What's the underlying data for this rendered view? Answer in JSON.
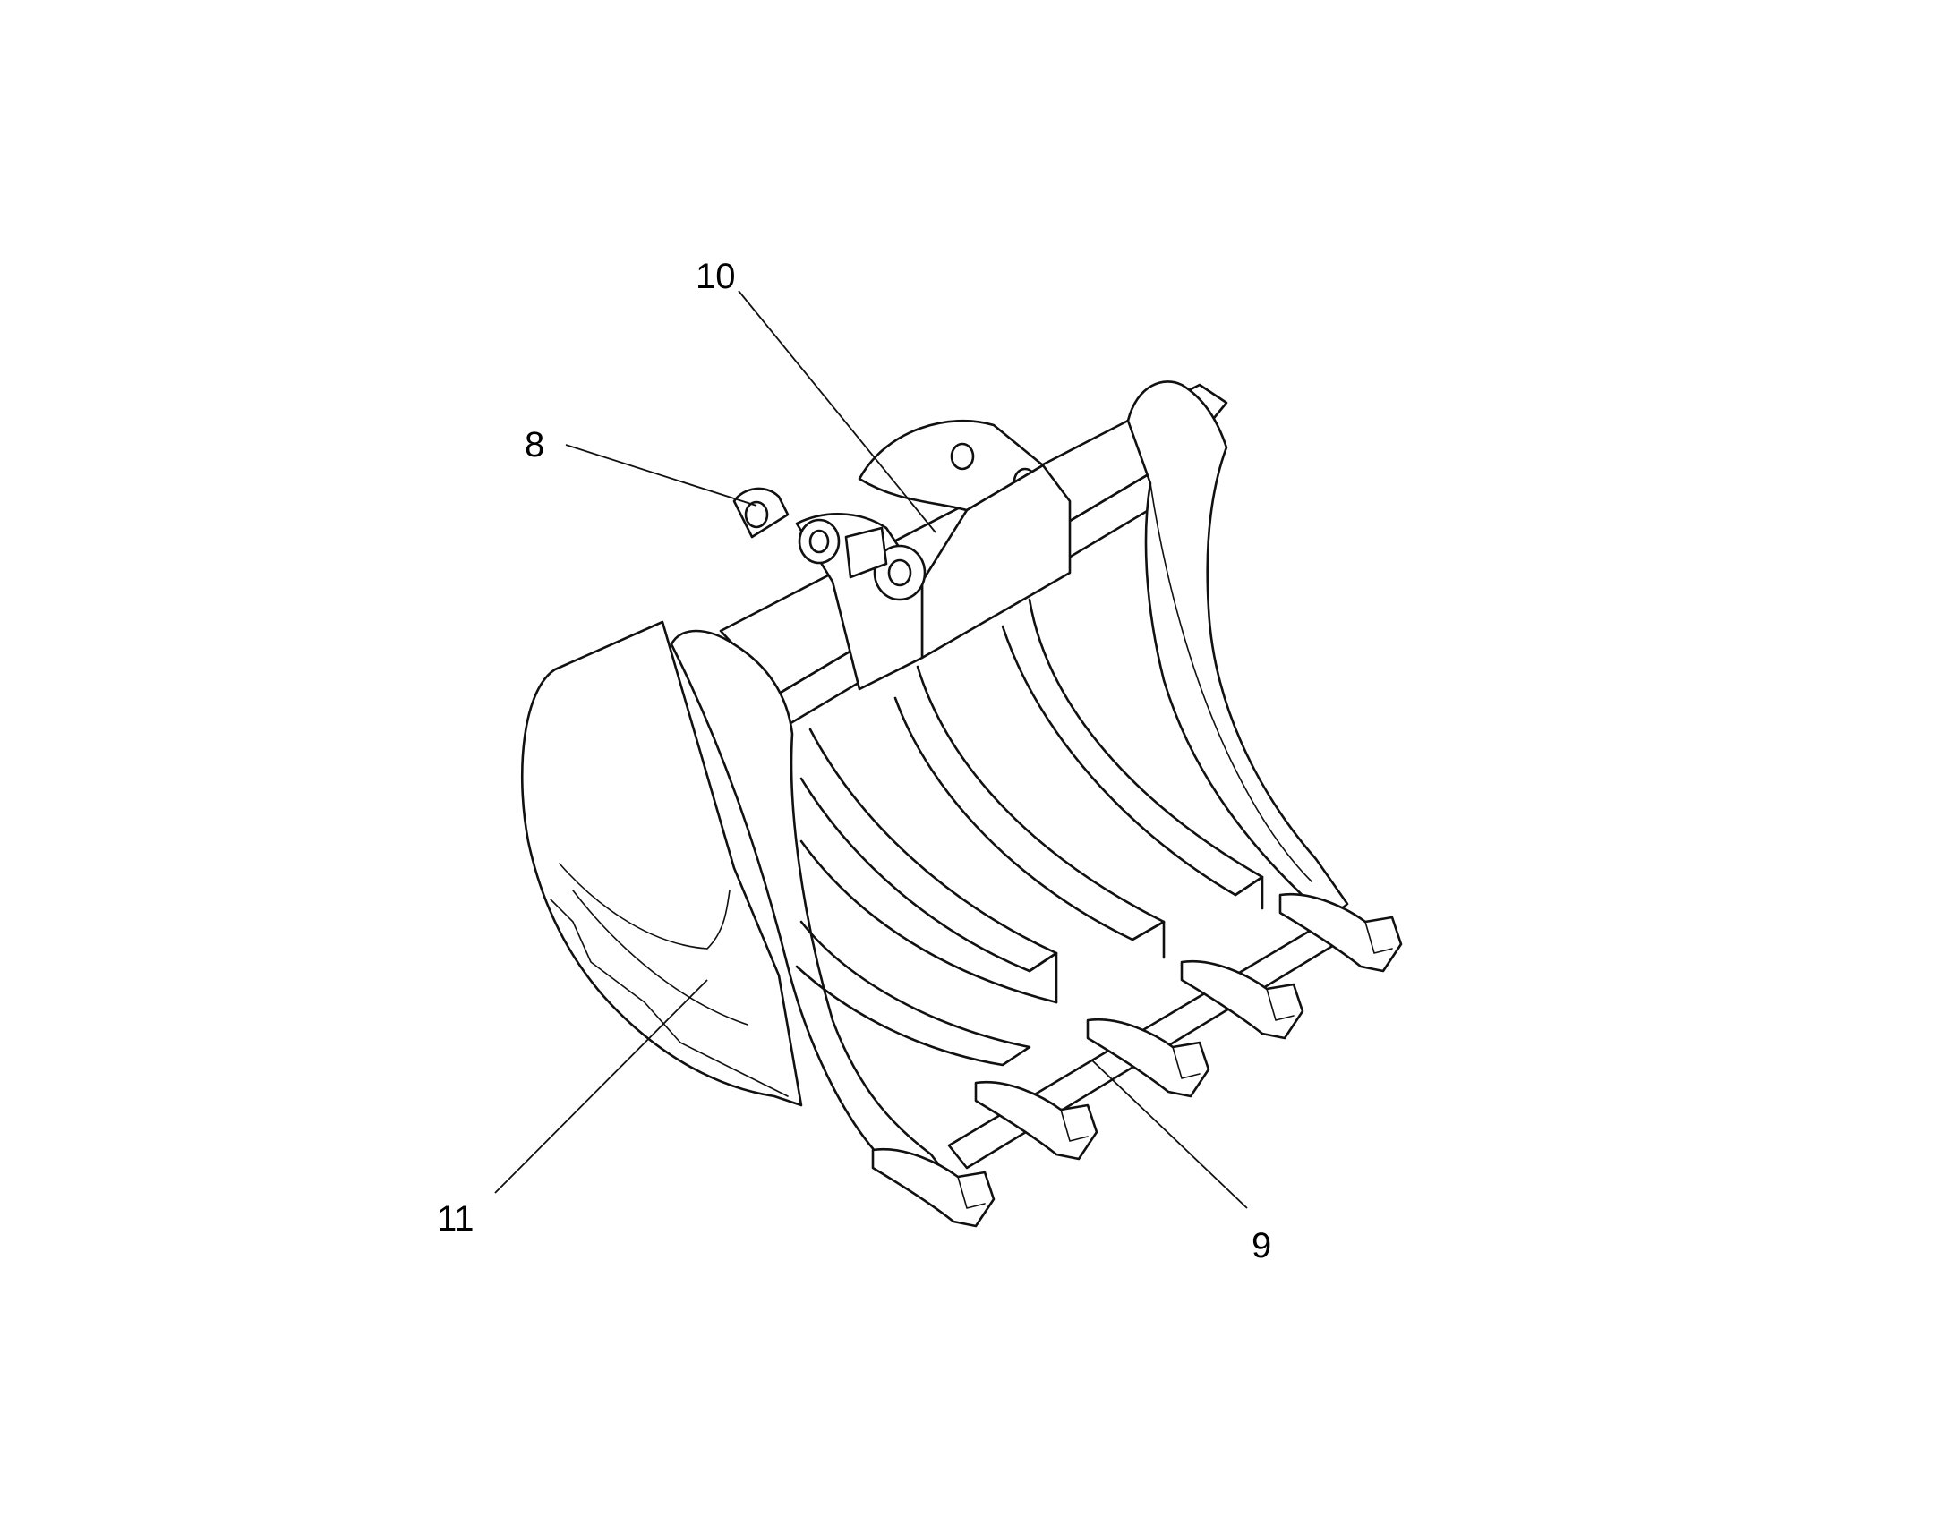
{
  "callouts": [
    {
      "label": "10"
    },
    {
      "label": "8"
    },
    {
      "label": "11"
    },
    {
      "label": "9"
    }
  ]
}
